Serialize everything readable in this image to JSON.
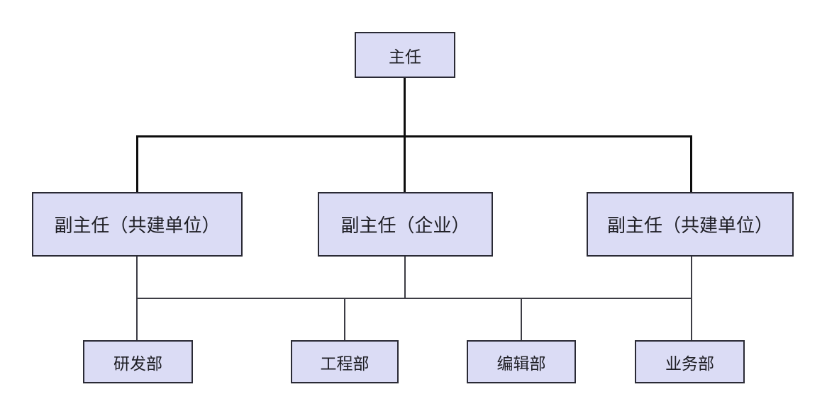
{
  "diagram": {
    "type": "org-chart",
    "background": "#ffffff",
    "node_fill": "#dbdcf5",
    "node_border": "#2a2a35",
    "connector_top_color": "#0d0d0d",
    "connector_bottom_color": "#3c3c44",
    "nodes": {
      "director": {
        "label": "主任"
      },
      "deputy_left": {
        "label": "副主任（共建单位）"
      },
      "deputy_enterprise": {
        "label": "副主任（企业）"
      },
      "deputy_right": {
        "label": "副主任（共建单位）"
      },
      "dept_rnd": {
        "label": "研发部"
      },
      "dept_engineering": {
        "label": "工程部"
      },
      "dept_editorial": {
        "label": "编辑部"
      },
      "dept_business": {
        "label": "业务部"
      }
    },
    "connections": {
      "top": {
        "parent": "director",
        "children": [
          "deputy_left",
          "deputy_enterprise",
          "deputy_right"
        ]
      },
      "bottom": {
        "parents": [
          "deputy_left",
          "deputy_enterprise",
          "deputy_right"
        ],
        "shared_rail": true,
        "children": [
          "dept_rnd",
          "dept_engineering",
          "dept_editorial",
          "dept_business"
        ]
      }
    }
  }
}
